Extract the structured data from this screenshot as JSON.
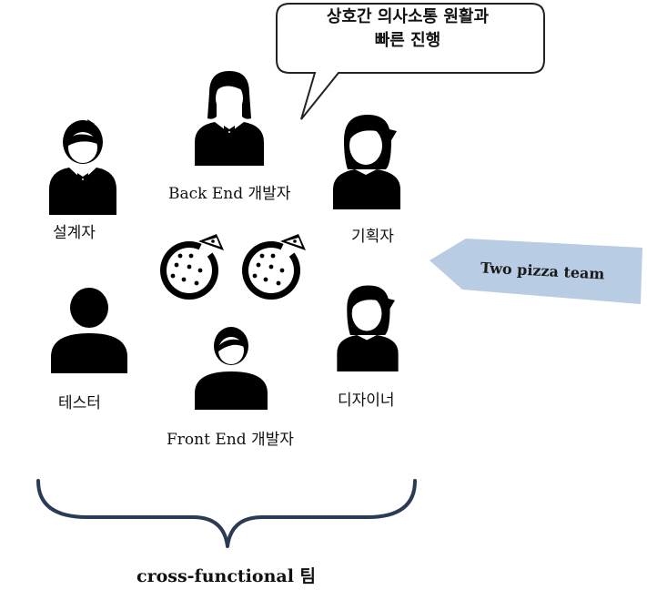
{
  "speech_bubble": {
    "line1": "상호간 의사소통 원활과",
    "line2": "빠른 진행"
  },
  "arrow": {
    "label": "Two pizza team",
    "color": "#b8cce4"
  },
  "roles": {
    "designer": "설계자",
    "backend": "Back End 개발자",
    "planner": "기획자",
    "tester": "테스터",
    "frontend": "Front End 개발자",
    "ui_designer": "디자이너"
  },
  "team_label": "cross-functional 팀",
  "icons": [
    "male-suit-person-icon",
    "female-suit-person-icon",
    "female-person-icon",
    "generic-person-icon",
    "male-person-icon",
    "pizza-icon"
  ],
  "brace_color": "#2b3a55"
}
